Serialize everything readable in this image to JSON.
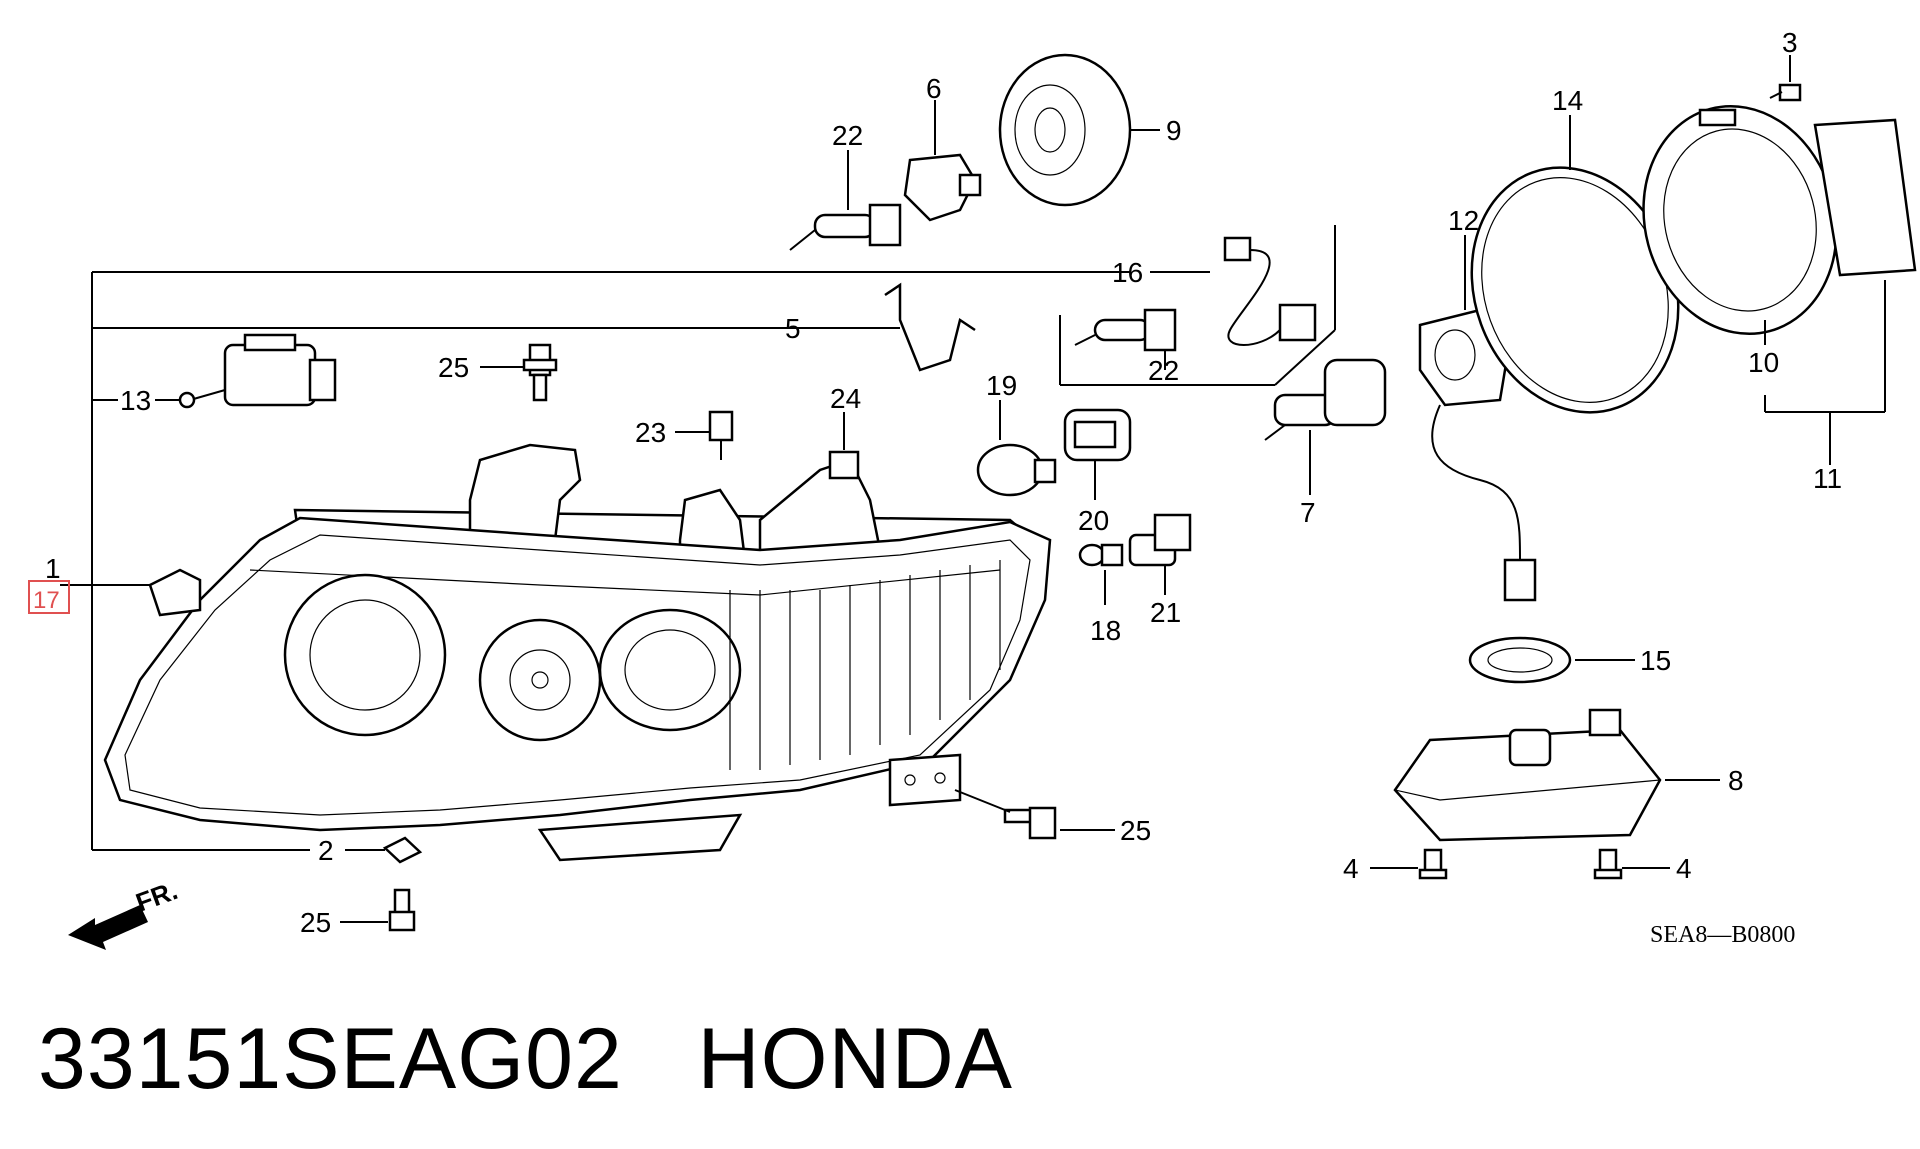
{
  "part_title": {
    "number": "33151SEAG02",
    "brand": "HONDA"
  },
  "diagram": {
    "code": "SEA8—B0800",
    "front_arrow_label": "FR.",
    "highlight_color": "#e05050",
    "callouts": [
      {
        "id": "c1",
        "text": "1"
      },
      {
        "id": "c17",
        "text": "17",
        "highlighted": true
      },
      {
        "id": "c2",
        "text": "2"
      },
      {
        "id": "c3",
        "text": "3"
      },
      {
        "id": "c4a",
        "text": "4"
      },
      {
        "id": "c4b",
        "text": "4"
      },
      {
        "id": "c5",
        "text": "5"
      },
      {
        "id": "c6",
        "text": "6"
      },
      {
        "id": "c7",
        "text": "7"
      },
      {
        "id": "c8",
        "text": "8"
      },
      {
        "id": "c9",
        "text": "9"
      },
      {
        "id": "c10",
        "text": "10"
      },
      {
        "id": "c11",
        "text": "11"
      },
      {
        "id": "c12",
        "text": "12"
      },
      {
        "id": "c13",
        "text": "13"
      },
      {
        "id": "c14",
        "text": "14"
      },
      {
        "id": "c15",
        "text": "15"
      },
      {
        "id": "c16",
        "text": "16"
      },
      {
        "id": "c18",
        "text": "18"
      },
      {
        "id": "c19",
        "text": "19"
      },
      {
        "id": "c20",
        "text": "20"
      },
      {
        "id": "c21",
        "text": "21"
      },
      {
        "id": "c22a",
        "text": "22"
      },
      {
        "id": "c22b",
        "text": "22"
      },
      {
        "id": "c23",
        "text": "23"
      },
      {
        "id": "c24",
        "text": "24"
      },
      {
        "id": "c25a",
        "text": "25"
      },
      {
        "id": "c25b",
        "text": "25"
      },
      {
        "id": "c25c",
        "text": "25"
      }
    ]
  }
}
